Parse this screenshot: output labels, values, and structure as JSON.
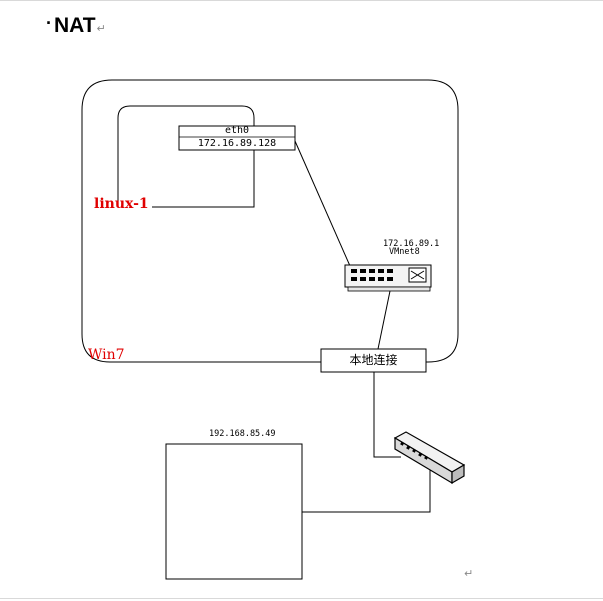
{
  "doc": {
    "heading_bullet": "·",
    "heading": "NAT",
    "return_mark": "↵"
  },
  "diagram": {
    "host_label": "Win7",
    "vm_label": "linux-1",
    "eth0_name": "eth0",
    "eth0_ip": "172.16.89.128",
    "vmnet_ip": "172.16.89.1",
    "vmnet_name": "VMnet8",
    "local_connection": "本地连接",
    "remote_ip": "192.168.85.49"
  }
}
